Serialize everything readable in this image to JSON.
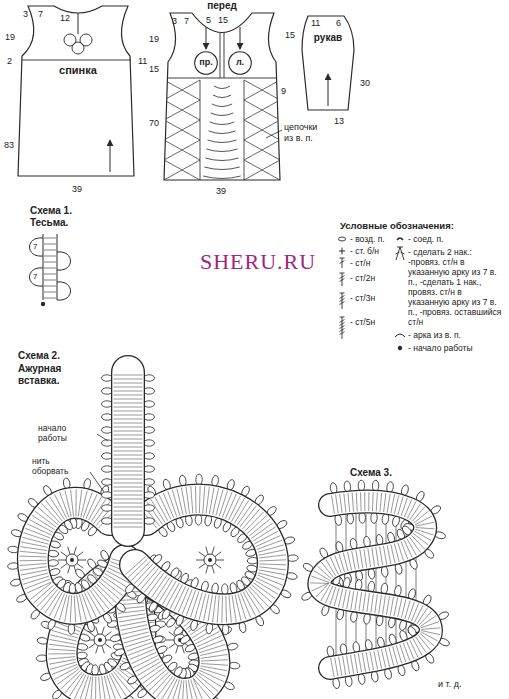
{
  "diagram": {
    "nodes": [
      {
        "text": [
          "спинка"
        ]
      },
      {
        "text": [
          "перед"
        ]
      },
      {
        "text": [
          "пр."
        ],
        "in": 1
      },
      {
        "text": [
          "л."
        ],
        "in": 1
      },
      {
        "text": [
          "рукав"
        ]
      }
    ],
    "labels": [
      "3",
      "7",
      "12",
      "19",
      "2",
      "11",
      "83",
      "39",
      "3",
      "7",
      "5",
      "15",
      "19",
      "15",
      "70",
      "9",
      "цепочки из в. п.",
      "39",
      "11",
      "6",
      "15",
      "30",
      "13",
      "SHERU.RU",
      "Схема 1.",
      "Тесьма.",
      "7",
      "7",
      "Условные обозначения:",
      "Схема 2.",
      "Ажурная вставка.",
      "начало работы",
      "нить оборвать",
      "Схема 3.",
      "и т. д."
    ],
    "legend": [
      {
        "text": "- возд. п."
      },
      {
        "text": "- ст. б/н"
      },
      {
        "text": "- ст/н"
      },
      {
        "text": "- ст/2н"
      },
      {
        "text": "- ст/3н"
      },
      {
        "text": "- ст/5н"
      },
      {
        "text": "- соед. п."
      },
      {
        "text": "- сделать 2 нак.: -провяз. ст/н в указанную арку из 7 в. п., -сделать 1 нак., провяз. ст/н в указанную арку из 7 в. п., -провяз. оставшийся ст/н"
      },
      {
        "text": "- арка из в. п."
      },
      {
        "text": "- начало работы"
      }
    ]
  }
}
